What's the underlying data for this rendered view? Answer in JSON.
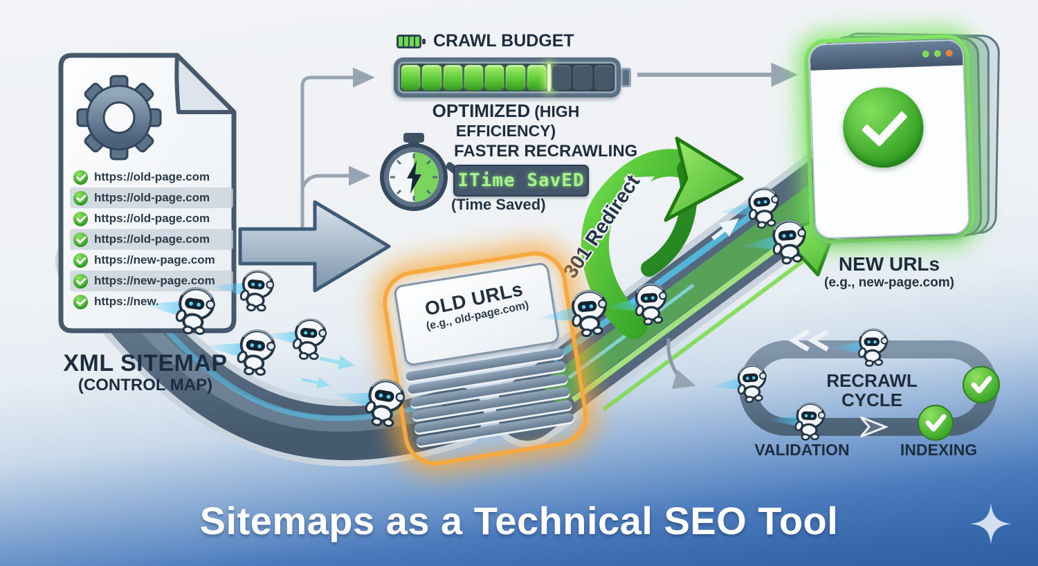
{
  "title": "Sitemaps as a Technical SEO Tool",
  "sitemap": {
    "heading": "XML SITEMAP",
    "subheading": "(CONTROL MAP)",
    "urls": [
      {
        "text": "https://old-page.com",
        "highlighted": false
      },
      {
        "text": "https://old-page.com",
        "highlighted": true
      },
      {
        "text": "https://old-page.com",
        "highlighted": false
      },
      {
        "text": "https://old-page.com",
        "highlighted": true
      },
      {
        "text": "https://new-page.com",
        "highlighted": false
      },
      {
        "text": "https://new-page.com",
        "highlighted": true
      },
      {
        "text": "https://new.",
        "highlighted": false
      }
    ]
  },
  "crawl_budget": {
    "heading": "CRAWL BUDGET",
    "segments_total": 10,
    "segments_filled": 7,
    "status": "OPTIMIZED",
    "status_note": "(HIGH EFFICIENCY)"
  },
  "recrawling": {
    "heading": "FASTER RECRAWLING",
    "lcd_text": "ITime SavED",
    "caption": "(Time Saved)"
  },
  "redirect_label": "301 Redirect",
  "old_urls": {
    "heading": "OLD URLs",
    "subheading": "(e.g., old-page.com)"
  },
  "new_urls": {
    "heading": "NEW URLs",
    "subheading": "(e.g., new-page.com)"
  },
  "recrawl_cycle": {
    "heading_line1": "RECRAWL",
    "heading_line2": "CYCLE",
    "validation_label": "VALIDATION",
    "indexing_label": "INDEXING"
  },
  "icons": {
    "gear": "gear-icon",
    "check": "check-icon",
    "battery": "battery-icon",
    "stopwatch": "stopwatch-icon",
    "redirect_arrow": "redirect-arrow-icon",
    "robot": "robot-icon",
    "sparkle": "sparkle-icon"
  },
  "colors": {
    "accent_green": "#4cbf36",
    "glow_orange": "#f7a93e",
    "glow_green": "#84e766",
    "road_slate": "#55697e",
    "navy_text": "#1e2d3d",
    "title_band_blue": "#3a6cae",
    "lcd_green": "#a9f18c"
  }
}
